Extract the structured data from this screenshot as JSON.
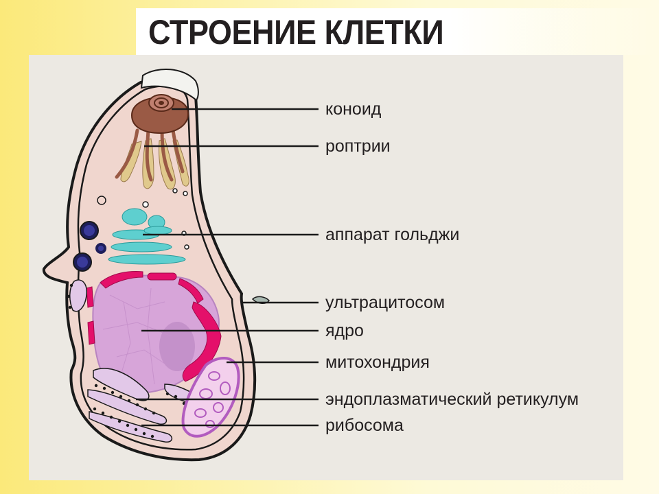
{
  "title": "СТРОЕНИЕ КЛЕТКИ",
  "labels": [
    {
      "id": "conoid",
      "text": "коноид"
    },
    {
      "id": "rhoptries",
      "text": "роптрии"
    },
    {
      "id": "golgi",
      "text": "аппарат гольджи"
    },
    {
      "id": "ultracytostome",
      "text": "ультрацитосом"
    },
    {
      "id": "nucleus",
      "text": "ядро"
    },
    {
      "id": "mitochondria",
      "text": "митохондрия"
    },
    {
      "id": "er",
      "text": "эндоплазматический ретикулум"
    },
    {
      "id": "ribosome",
      "text": "рибосома"
    }
  ],
  "colors": {
    "cytoplasm": "#f0d6ce",
    "membrane": "#1a1a1a",
    "golgi": "#5ecfcf",
    "nucleus": "#d7a5d9",
    "nuclear_envelope": "#e4106a",
    "mitochondria": "#b25cbf",
    "er": "#e2c8e8",
    "rhoptries": "#e0c98c",
    "conoid": "#9a5a45"
  }
}
